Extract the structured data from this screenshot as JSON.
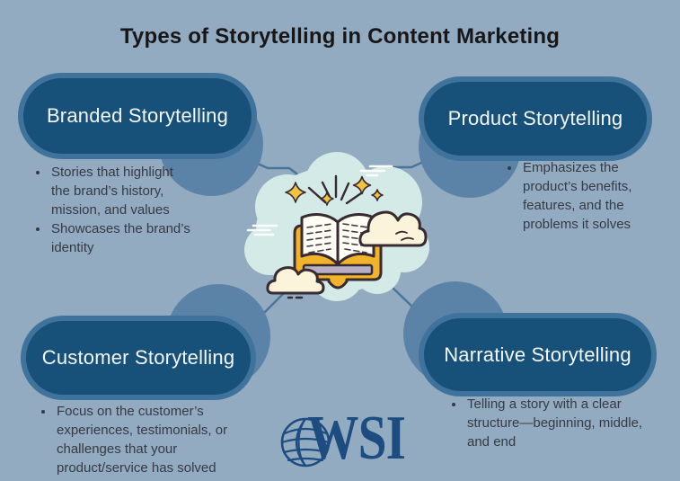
{
  "title": "Types of Storytelling in Content Marketing",
  "cards": [
    {
      "id": "branded",
      "heading": "Branded Storytelling",
      "bullets": [
        "Stories that highlight the brand’s history, mission, and values",
        "Showcases the brand’s identity"
      ]
    },
    {
      "id": "product",
      "heading": "Product Storytelling",
      "bullets": [
        "Emphasizes the product’s benefits, features, and the problems it solves"
      ]
    },
    {
      "id": "customer",
      "heading": "Customer Storytelling",
      "bullets": [
        "Focus on the customer’s experiences, testimonials, or challenges that your product/service has solved"
      ]
    },
    {
      "id": "narrative",
      "heading": "Narrative Storytelling",
      "bullets": [
        "Telling a story with a clear structure—beginning, middle, and end"
      ]
    }
  ],
  "center_illustration": "open-book-with-sparkles-in-cloud",
  "logo": {
    "text": "WSI"
  },
  "colors": {
    "background": "#92abc0",
    "pill": "#175078",
    "pill_ring": "#40739c",
    "blob": "#5b83a7",
    "heading_text": "#f4f7fa",
    "body_text": "#363a45",
    "title_text": "#17171a",
    "cloud": "#d3eae6",
    "small_cloud": "#fbf3da",
    "book_cover": "#f2b32c",
    "outline": "#372a31",
    "star": "#f4c242",
    "logo_navy": "#1d4d80",
    "connector": "#4a7499"
  }
}
